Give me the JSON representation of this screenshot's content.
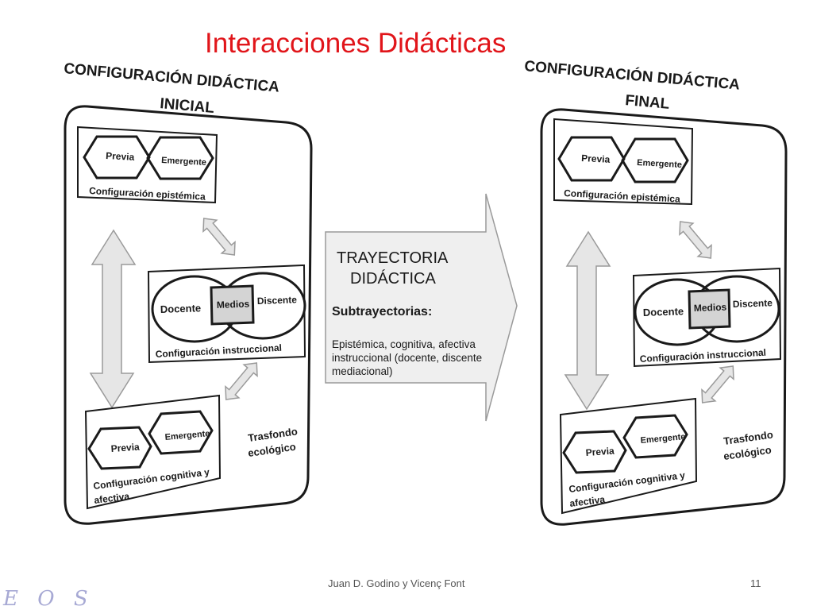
{
  "title": "Interacciones Didácticas",
  "left_panel": {
    "heading_line1": "CONFIGURACIÓN DIDÁCTICA",
    "heading_line2": "INICIAL",
    "epistemic": {
      "previa": "Previa",
      "emergente": "Emergente",
      "caption": "Configuración epistémica"
    },
    "instructional": {
      "docente": "Docente",
      "medios": "Medios",
      "discente": "Discente",
      "caption": "Configuración instruccional"
    },
    "cognitive": {
      "previa": "Previa",
      "emergente": "Emergente",
      "caption_line1": "Configuración cognitiva y",
      "caption_line2": "afectiva"
    },
    "background_line1": "Trasfondo",
    "background_line2": "ecológico"
  },
  "right_panel": {
    "heading_line1": "CONFIGURACIÓN DIDÁCTICA",
    "heading_line2": "FINAL",
    "epistemic": {
      "previa": "Previa",
      "emergente": "Emergente",
      "caption": "Configuración epistémica"
    },
    "instructional": {
      "docente": "Docente",
      "medios": "Medios",
      "discente": "Discente",
      "caption": "Configuración instruccional"
    },
    "cognitive": {
      "previa": "Previa",
      "emergente": "Emergente",
      "caption_line1": "Configuración cognitiva y",
      "caption_line2": "afectiva"
    },
    "background_line1": "Trasfondo",
    "background_line2": "ecológico"
  },
  "trajectory": {
    "title_line1": "TRAYECTORIA",
    "title_line2": "DIDÁCTICA",
    "subtitle": "Subtrayectorias:",
    "desc_line1": "Epistémica, cognitiva, afectiva",
    "desc_line2": "instruccional (docente, discente",
    "desc_line3": "mediacional)"
  },
  "footer": {
    "authors": "Juan D. Godino y Vicenç Font",
    "page_number": "11",
    "logo": "E O S"
  },
  "colors": {
    "title": "#e1151a",
    "arrow_fill": "#e6e6e6",
    "arrow_stroke": "#9a9a9a",
    "trajectory_fill": "#efefef",
    "medios_fill": "#d4d4d4",
    "logo": "#a7a9d4"
  }
}
